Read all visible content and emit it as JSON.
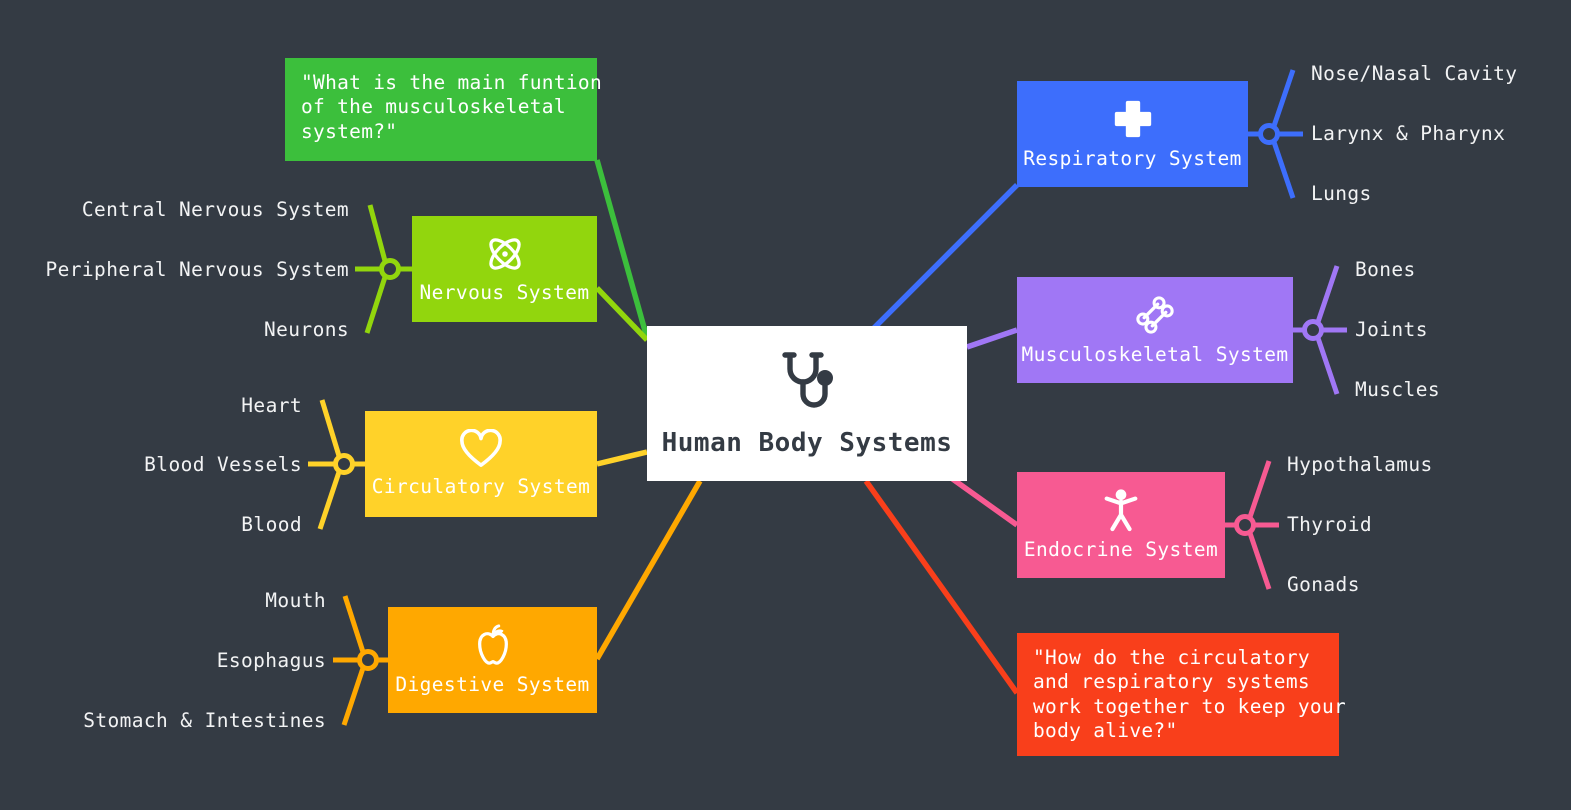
{
  "diagram": {
    "title": "Human Body Systems",
    "background_color": "#343b44",
    "root": {
      "label": "Human Body Systems",
      "icon": "stethoscope-icon",
      "background_color": "#ffffff",
      "text_color": "#343b44"
    },
    "branches": [
      {
        "id": "nervous",
        "label": "Nervous System",
        "icon": "atom-icon",
        "color": "#92d60d",
        "side": "left",
        "leaves": [
          "Central Nervous System",
          "Peripheral Nervous System",
          "Neurons"
        ]
      },
      {
        "id": "circulatory",
        "label": "Circulatory System",
        "icon": "heart-icon",
        "color": "#ffd229",
        "side": "left",
        "leaves": [
          "Heart",
          "Blood Vessels",
          "Blood"
        ]
      },
      {
        "id": "digestive",
        "label": "Digestive System",
        "icon": "apple-icon",
        "color": "#ffa800",
        "side": "left",
        "leaves": [
          "Mouth",
          "Esophagus",
          "Stomach & Intestines"
        ]
      },
      {
        "id": "respiratory",
        "label": "Respiratory System",
        "icon": "medical-cross-icon",
        "color": "#3d6efc",
        "side": "right",
        "leaves": [
          "Nose/Nasal Cavity",
          "Larynx & Pharynx",
          "Lungs"
        ]
      },
      {
        "id": "musculoskeletal",
        "label": "Musculoskeletal System",
        "icon": "bone-icon",
        "color": "#a077f5",
        "side": "right",
        "leaves": [
          "Bones",
          "Joints",
          "Muscles"
        ]
      },
      {
        "id": "endocrine",
        "label": "Endocrine System",
        "icon": "person-icon",
        "color": "#f75a92",
        "side": "right",
        "leaves": [
          "Hypothalamus",
          "Thyroid",
          "Gonads"
        ]
      }
    ],
    "notes": [
      {
        "id": "note-musculoskeletal-question",
        "color": "#3cbf3c",
        "side": "left",
        "text": "\"What is the main funtion\nof the musculoskeletal\nsystem?\""
      },
      {
        "id": "note-circulatory-respiratory-question",
        "color": "#f93f1b",
        "side": "right",
        "text": "\"How do the circulatory\nand respiratory systems\nwork together to keep your\nbody alive?\""
      }
    ]
  }
}
